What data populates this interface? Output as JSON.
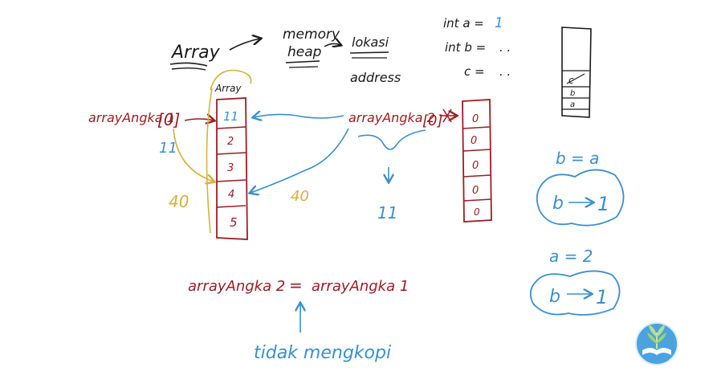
{
  "colors": {
    "black": "#1a1a1a",
    "red": "#9c1d24",
    "blue": "#3b8fcf",
    "gold": "#d6b23a",
    "logo_bg": "#4aa3df"
  },
  "top": {
    "array": "Array",
    "memory": "memory",
    "heap": "heap",
    "lokasi": "lokasi",
    "address": "address"
  },
  "vars": {
    "a_label": "int a =",
    "a_value": "1",
    "b_label": "int b =",
    "b_value": ". .",
    "c_label": "c =",
    "c_value": ". ."
  },
  "stack": {
    "cells": [
      "c",
      "b",
      "a"
    ]
  },
  "array1": {
    "label": "arrayAngka 1",
    "index": "[0]",
    "below_value": "11",
    "box_label": "Array",
    "cells": [
      "11",
      "2",
      "3",
      "4",
      "5"
    ],
    "gold_value": "40"
  },
  "array2": {
    "label": "arrayAngka 2",
    "index": "[0]",
    "arrow_value": "40",
    "result_value": "11",
    "cells": [
      "0",
      "0",
      "0",
      "0",
      "0"
    ]
  },
  "assignment": {
    "left": "arrayAngka 2",
    "equals": "=",
    "right": "arrayAngka 1",
    "note": "tidak mengkopi"
  },
  "right_panel": {
    "eq1": "b = a",
    "bubble1_left": "b",
    "bubble1_right": "1",
    "eq2": "a = 2",
    "bubble2_left": "b",
    "bubble2_right": "1"
  },
  "logo": {
    "icon": "book-sprout-icon"
  }
}
